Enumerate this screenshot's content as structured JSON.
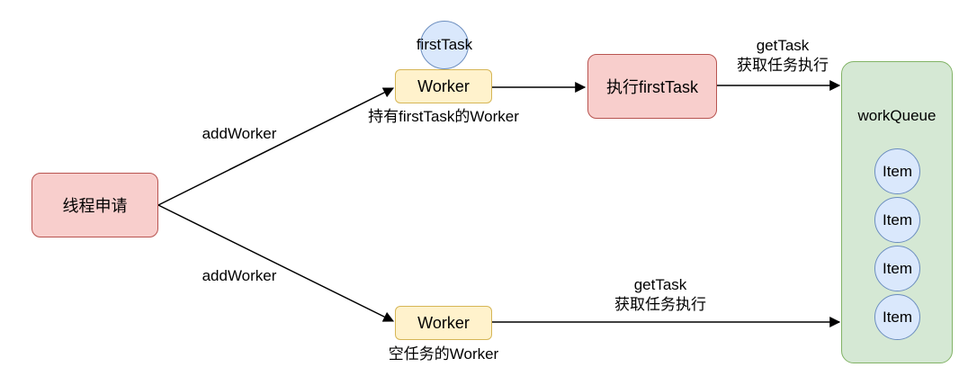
{
  "nodes": {
    "thread_request": "线程申请",
    "worker_top": "Worker",
    "worker_bottom": "Worker",
    "execute_first_task": "执行firstTask",
    "first_task_circle": "firstTask",
    "work_queue_title": "workQueue",
    "queue_items": [
      "Item",
      "Item",
      "Item",
      "Item"
    ]
  },
  "labels": {
    "add_worker_top": "addWorker",
    "add_worker_bottom": "addWorker",
    "worker_top_caption": "持有firstTask的Worker",
    "worker_bottom_caption": "空任务的Worker",
    "get_task_top_line1": "getTask",
    "get_task_top_line2": "获取任务执行",
    "get_task_bottom_line1": "getTask",
    "get_task_bottom_line2": "获取任务执行"
  },
  "colors": {
    "red_fill": "#f8cecc",
    "yellow_fill": "#fff2cc",
    "green_fill": "#d5e8d4",
    "blue_fill": "#dae8fc"
  }
}
